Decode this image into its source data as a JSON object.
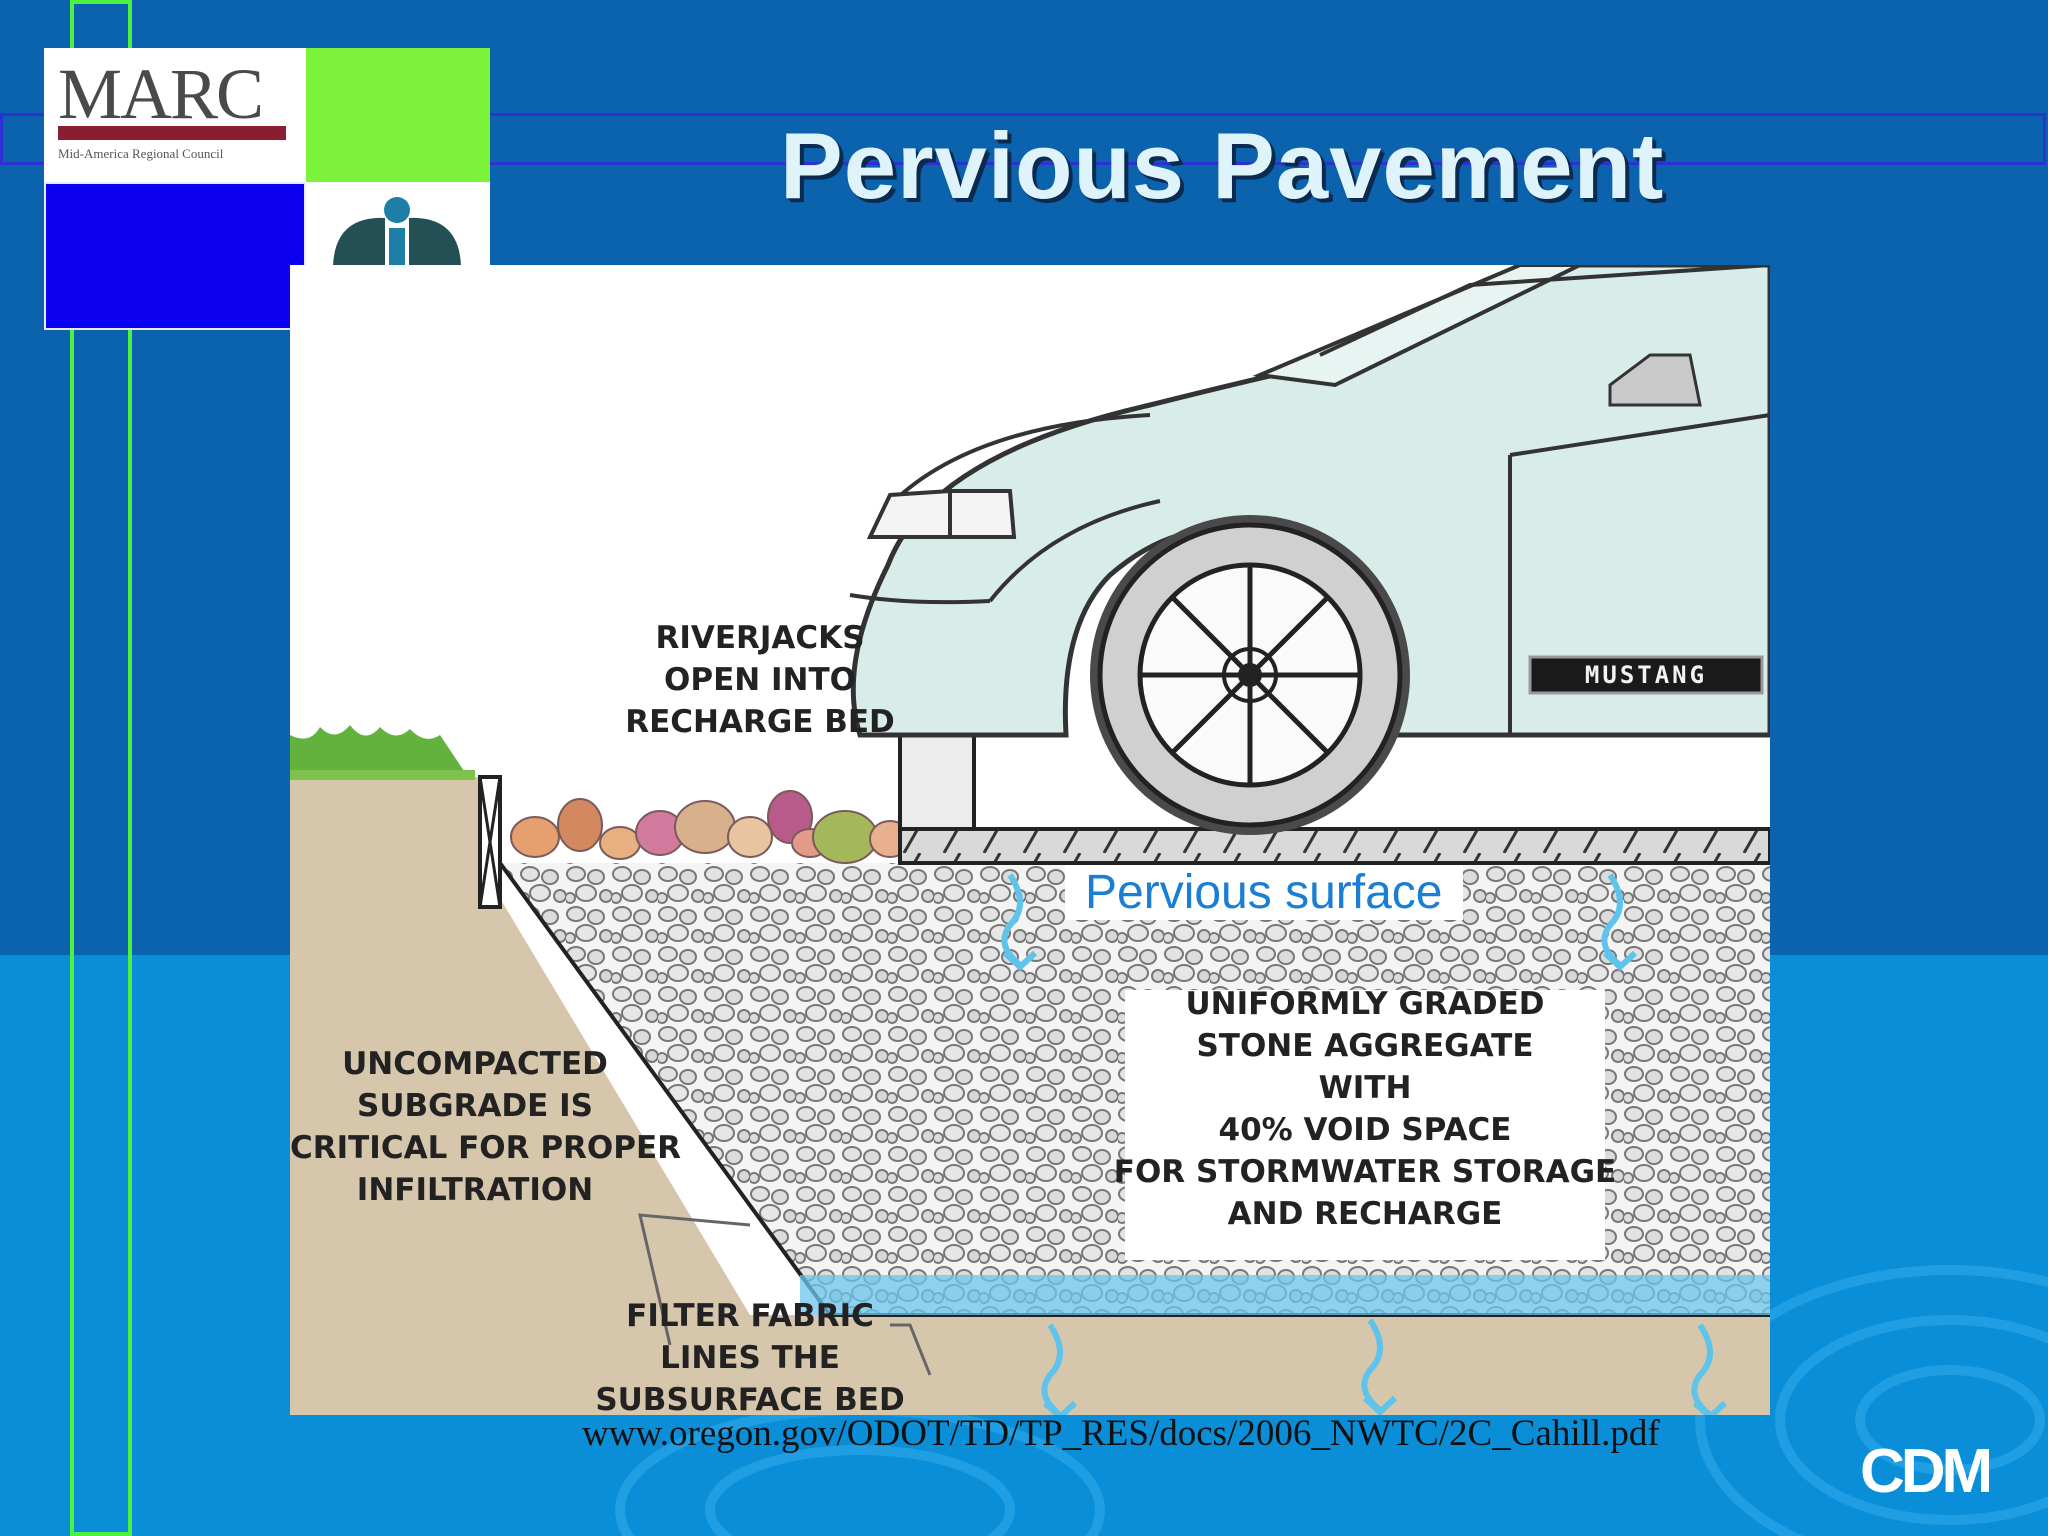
{
  "slide": {
    "title": "Pervious Pavement",
    "source_url": "www.oregon.gov/ODOT/TD/TP_RES/docs/2006_NWTC/2C_Cahill.pdf"
  },
  "logos": {
    "marc": {
      "name": "MARC",
      "subtitle": "Mid-America Regional Council"
    },
    "cdm": "CDM"
  },
  "diagram": {
    "riverjacks_label": "RIVERJACKS\nOPEN INTO\nRECHARGE BED",
    "surface_label": "Pervious surface",
    "aggregate_label": "UNIFORMLY GRADED\nSTONE AGGREGATE\nWITH\n40% VOID SPACE\nFOR STORMWATER STORAGE\nAND RECHARGE",
    "subgrade_label": "UNCOMPACTED\nSUBGRADE IS\nCRITICAL FOR PROPER\nINFILTRATION",
    "fabric_label": "FILTER FABRIC\nLINES THE\nSUBSURFACE BED",
    "car_badge": "MUSTANG"
  },
  "colors": {
    "background_dark": "#0b63ad",
    "background_light": "#0a8ed8",
    "accent_green": "#4cf23d",
    "accent_blue": "#0c00f0",
    "soil": "#d6c6ac",
    "car_body": "#d8ecea",
    "water": "#6cc6ee"
  }
}
